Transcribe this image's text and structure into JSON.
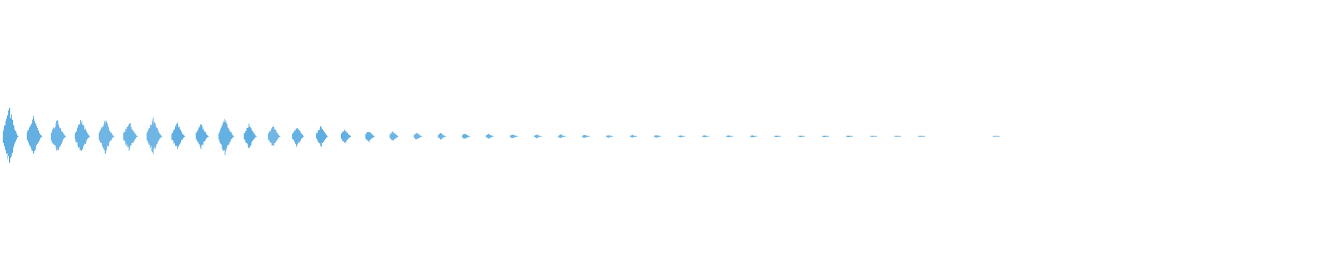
{
  "chart_data": {
    "type": "area",
    "title": "",
    "xlabel": "",
    "ylabel": "",
    "grid": false,
    "legend": "none",
    "color": "#5dade2",
    "background": "#ffffff",
    "ylim": [
      -1,
      1
    ],
    "burst_count": 39,
    "burst_peak_amplitudes": [
      1.0,
      0.67,
      0.58,
      0.58,
      0.6,
      0.52,
      0.6,
      0.48,
      0.43,
      0.64,
      0.42,
      0.39,
      0.37,
      0.36,
      0.26,
      0.21,
      0.18,
      0.13,
      0.12,
      0.1,
      0.09,
      0.08,
      0.07,
      0.07,
      0.06,
      0.05,
      0.05,
      0.05,
      0.04,
      0.04,
      0.04,
      0.04,
      0.03,
      0.03,
      0.03,
      0.03,
      0.02,
      0.02,
      0.02
    ],
    "trailing_blip_amplitude": 0.02
  }
}
